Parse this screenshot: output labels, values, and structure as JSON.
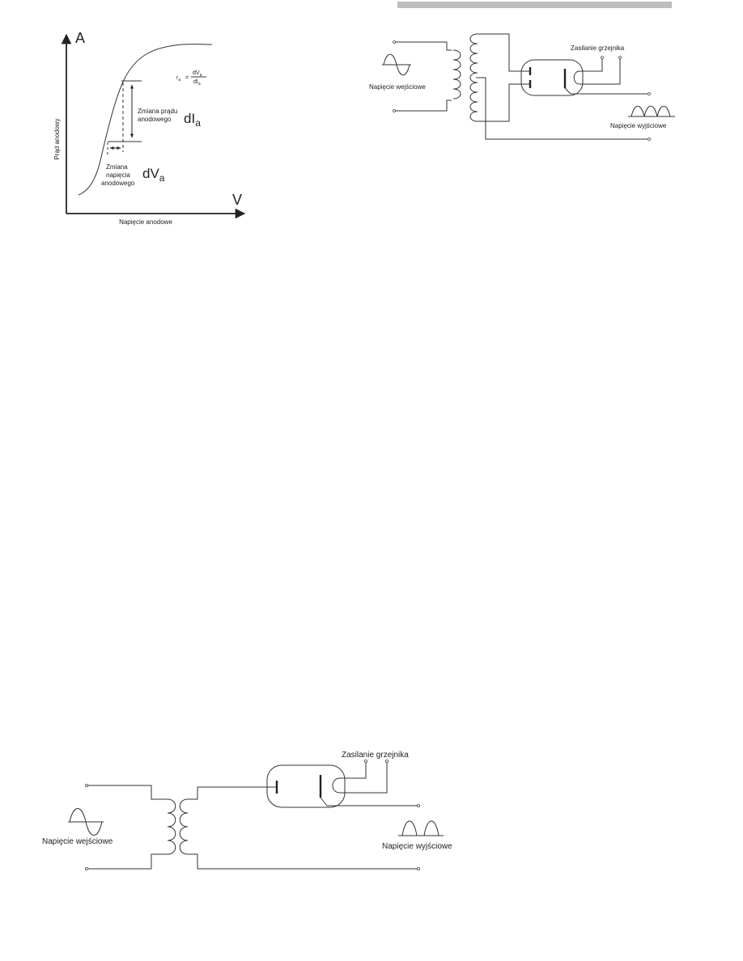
{
  "page": {
    "header_bar_color": "#bdbdbd",
    "line_color": "#333333"
  },
  "graph": {
    "y_axis_letter": "A",
    "x_axis_letter": "V",
    "y_axis_label": "Prąd anodowy",
    "x_axis_label": "Napięcie anodowe",
    "formula": {
      "lhs": "r",
      "lhs_sub": "a",
      "equals": "=",
      "numerator": "dV",
      "numerator_sub": "a",
      "denominator": "dI",
      "denominator_sub": "a"
    },
    "current_change": {
      "line1": "Zmiana prądu",
      "line2": "anodowego",
      "symbol": "dI",
      "symbol_sub": "a"
    },
    "voltage_change": {
      "line1": "Zmiana",
      "line2": "napięcia",
      "line3": "anodowego",
      "symbol": "dV",
      "symbol_sub": "a"
    }
  },
  "circuit_full_wave": {
    "heater_label": "Zasilanie grzejnika",
    "input_label": "Napięcie wejściowe",
    "output_label": "Napięcie wyjściowe"
  },
  "circuit_half_wave": {
    "heater_label": "Zasilanie grzejnika",
    "input_label": "Napięcie wejściowe",
    "output_label": "Napięcie wyjściowe"
  }
}
